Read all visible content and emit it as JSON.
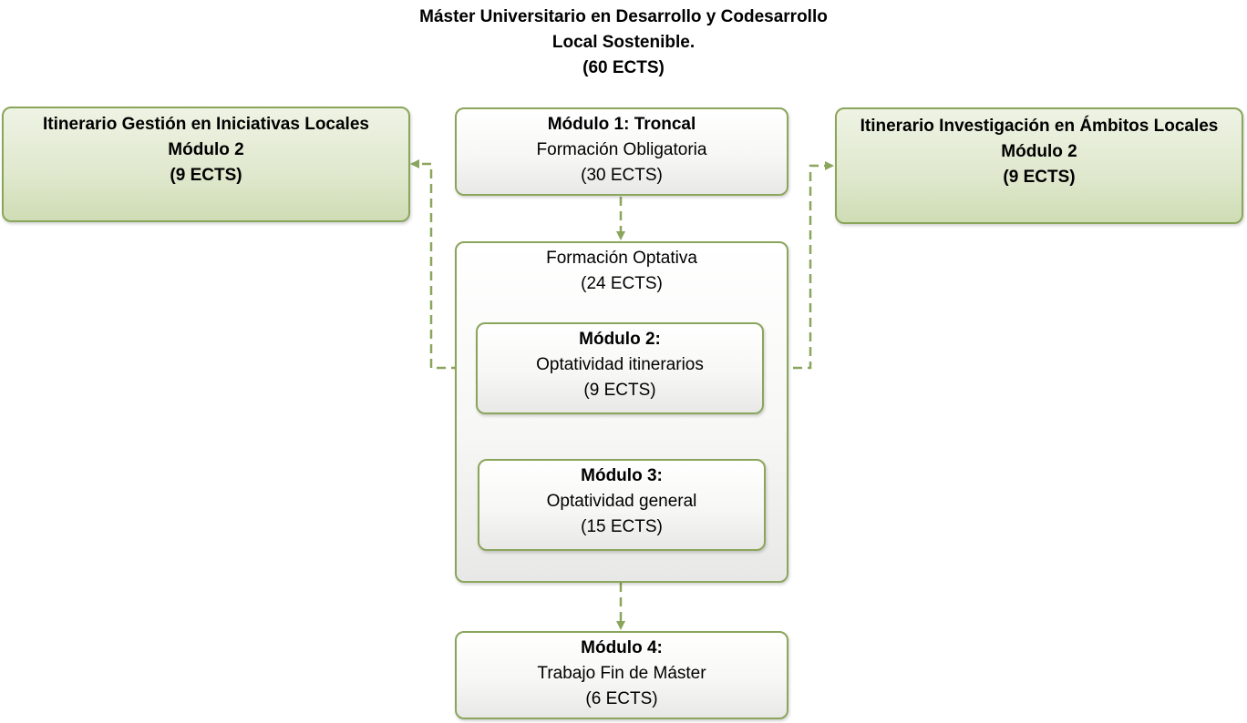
{
  "title": {
    "line1": "Máster Universitario en Desarrollo y Codesarrollo",
    "line2": "Local Sostenible.",
    "line3": "(60 ECTS)"
  },
  "left_itinerary": {
    "line1": "Itinerario Gestión en Iniciativas Locales",
    "line2": "Módulo 2",
    "line3": "(9 ECTS)"
  },
  "right_itinerary": {
    "line1": "Itinerario Investigación en Ámbitos Locales",
    "line2": "Módulo 2",
    "line3": "(9 ECTS)"
  },
  "module1": {
    "line1": "Módulo 1: Troncal",
    "line2": "Formación Obligatoria",
    "line3": "(30 ECTS)"
  },
  "optativa": {
    "line1": "Formación Optativa",
    "line2": "(24 ECTS)"
  },
  "module2": {
    "line1": "Módulo 2:",
    "line2": "Optatividad itinerarios",
    "line3": "(9 ECTS)"
  },
  "module3": {
    "line1": "Módulo 3:",
    "line2": "Optatividad general",
    "line3": "(15 ECTS)"
  },
  "module4": {
    "line1": "Módulo 4:",
    "line2": "Trabajo Fin de Máster",
    "line3": "(6 ECTS)"
  },
  "colors": {
    "border": "#8aa55c",
    "connector": "#8aa55c",
    "itinerary_fill": "#dfe8cd"
  }
}
